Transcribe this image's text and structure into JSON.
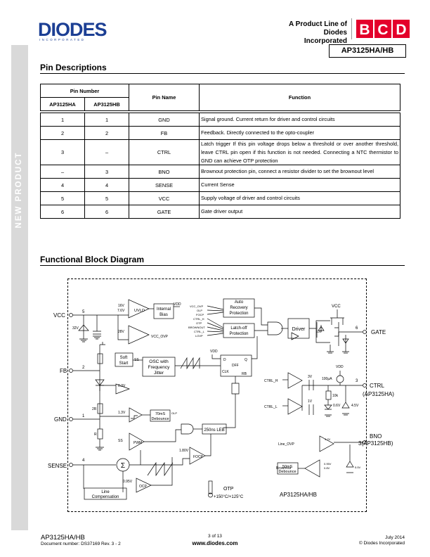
{
  "header": {
    "logo": "DIODES",
    "logo_sub": "INCORPORATED",
    "product_line_1": "A Product Line of",
    "product_line_2": "Diodes Incorporated",
    "brand": "BCD",
    "part_number": "AP3125HA/HB"
  },
  "side_label": "NEW PRODUCT",
  "colors": {
    "logo_blue": "#1c3f94",
    "brand_red": "#e4002b",
    "side_bar": "#d9d9d9"
  },
  "pin_section": {
    "title": "Pin Descriptions",
    "headers": {
      "pin_number": "Pin Number",
      "col_a": "AP3125HA",
      "col_b": "AP3125HB",
      "pin_name": "Pin Name",
      "function": "Function"
    },
    "rows": [
      {
        "a": "1",
        "b": "1",
        "name": "GND",
        "function": "Signal ground. Current return for driver and control circuits"
      },
      {
        "a": "2",
        "b": "2",
        "name": "FB",
        "function": "Feedback. Directly connected to the opto-coupler"
      },
      {
        "a": "3",
        "b": "–",
        "name": "CTRL",
        "function": "Latch trigger If this pin voltage drops below a threshold or over another threshold, leave CTRL pin open if this function is not needed. Connecting a NTC thermistor to GND can achieve OTP protection"
      },
      {
        "a": "–",
        "b": "3",
        "name": "BNO",
        "function": "Brownout protection pin, connect a resistor divider to set the brownout level"
      },
      {
        "a": "4",
        "b": "4",
        "name": "SENSE",
        "function": "Current Sense"
      },
      {
        "a": "5",
        "b": "5",
        "name": "VCC",
        "function": "Supply voltage of driver and control circuits"
      },
      {
        "a": "6",
        "b": "6",
        "name": "GATE",
        "function": "Gate driver output"
      }
    ]
  },
  "block_section": {
    "title": "Functional Block Diagram",
    "pins": {
      "vcc": "VCC",
      "vcc_num": "5",
      "fb": "FB",
      "fb_num": "2",
      "gnd": "GND",
      "gnd_num": "1",
      "sense": "SENSE",
      "sense_num": "4",
      "gate": "GATE",
      "gate_num": "6",
      "ctrl": "CTRL",
      "ctrl_sub": "(AP3125HA)",
      "ctrl_num": "3",
      "bno": "BNO",
      "bno_sub": "3(AP3125HB)"
    },
    "blocks": {
      "internal_bias_1": "Internal",
      "internal_bias_2": "Bias",
      "soft_start_1": "Soft",
      "soft_start_2": "Start",
      "osc_1": "OSC with",
      "osc_2": "Frequency",
      "osc_3": "Jitter",
      "auto_1": "Auto",
      "auto_2": "Recovery",
      "auto_3": "Protection",
      "latch_1": "Latch-off",
      "latch_2": "Protection",
      "driver": "Driver",
      "dff_d": "D",
      "dff_q": "Q",
      "dff": "DFF",
      "dff_clk": "CLK",
      "dff_rb": "RB",
      "debounce_70": "70mS",
      "debounce_label": "Debounce",
      "leb": "250ns LEB",
      "focp": "FOCP",
      "ocp": "OCP",
      "pwm": "PWM",
      "sigma": "Σ",
      "line_comp_1": "Line",
      "line_comp_2": "Compensation",
      "debounce_50": "50mS",
      "debounce_50_label": "Debounce"
    },
    "labels": {
      "v16": "16V",
      "v76": "7.6V",
      "uvlo": "UVLO",
      "vdd": "VDD",
      "v28": "28V",
      "vcc_ovp": "VCC_OVP",
      "v32": "32V",
      "v13": "13V",
      "vcc_top": "VCC",
      "flag_vcc_ovp": "VCC_OVP",
      "flag_olp": "OLP",
      "flag_focp": "FOCP",
      "flag_ctrl_h": "CTRL_H",
      "flag_otp": "OTP",
      "flag_brownout": "BROWNOUT",
      "flag_ctrl_l": "CTRL_L",
      "flag_lovp": "LOVP",
      "ss": "SS",
      "v03": "0.3V",
      "r2": "2R",
      "r1": "R",
      "v13b": "1.3V",
      "olp": "OLP",
      "ss2": "SS",
      "v18": "1.80V",
      "v095": "0.95V",
      "ctrl_h": "CTRL_H",
      "ctrl_l": "CTRL_L",
      "v3": "3V",
      "v1": "1V",
      "i100": "100μA",
      "vdd2": "VDD",
      "r10k": "10k",
      "v06": "0.6V",
      "v45": "4.5V",
      "line_ovp": "Line_OVP",
      "brownout": "Brownout",
      "v42": "4.2V",
      "v095b": "0.95V",
      "v08": "0.8V",
      "v5": "5.5V",
      "otp": "OTP",
      "otp_temp": "+150°C/+125°C",
      "part_label": "AP3125HA/HB"
    }
  },
  "footer": {
    "doc": "AP3125HA/HB",
    "doc_number": "Document number: DS37169   Rev. 3 - 2",
    "page": "3 of 13",
    "site": "www.diodes.com",
    "date": "July 2014",
    "copyright": "© Diodes Incorporated"
  }
}
